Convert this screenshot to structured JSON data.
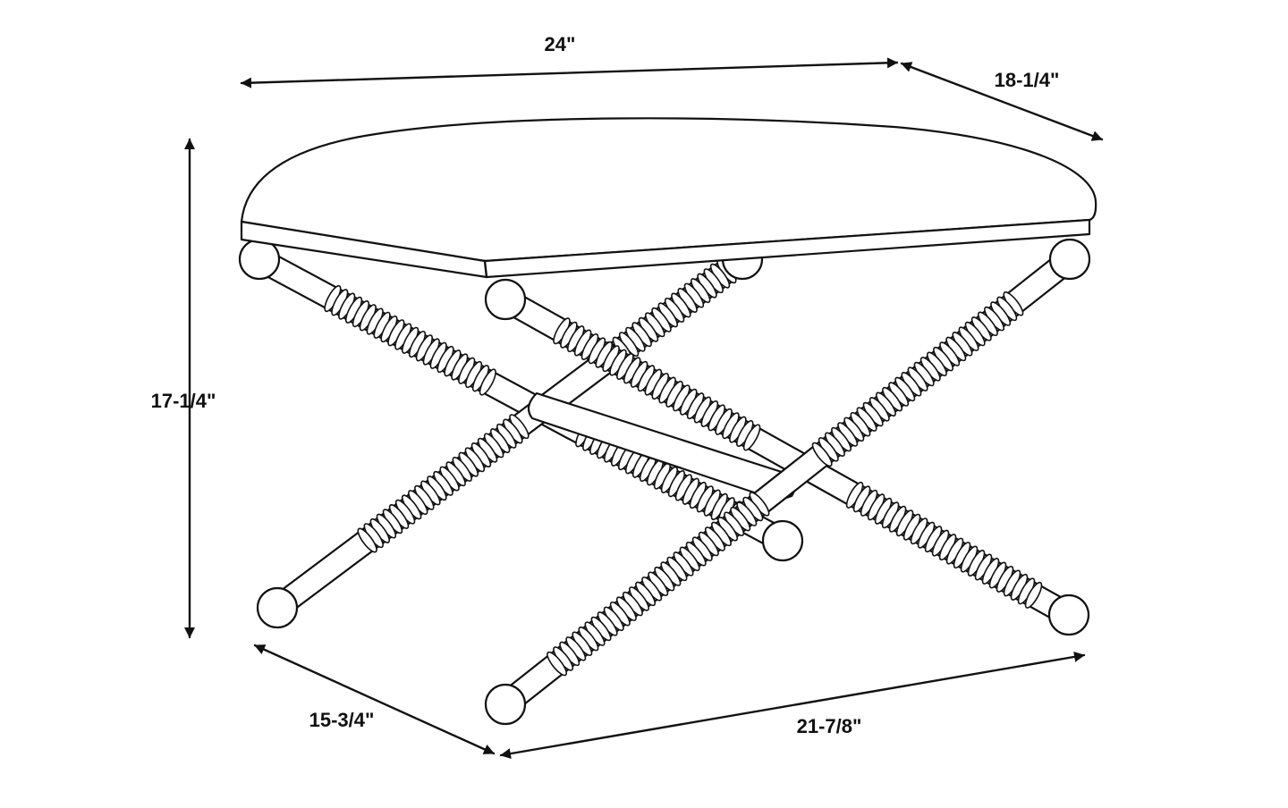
{
  "dimensions": {
    "width": "24\"",
    "depth_top": "18-1/4\"",
    "height": "17-1/4\"",
    "depth_base": "15-3/4\"",
    "width_base": "21-7/8\""
  },
  "colors": {
    "ink": "#111111",
    "background": "#ffffff"
  }
}
